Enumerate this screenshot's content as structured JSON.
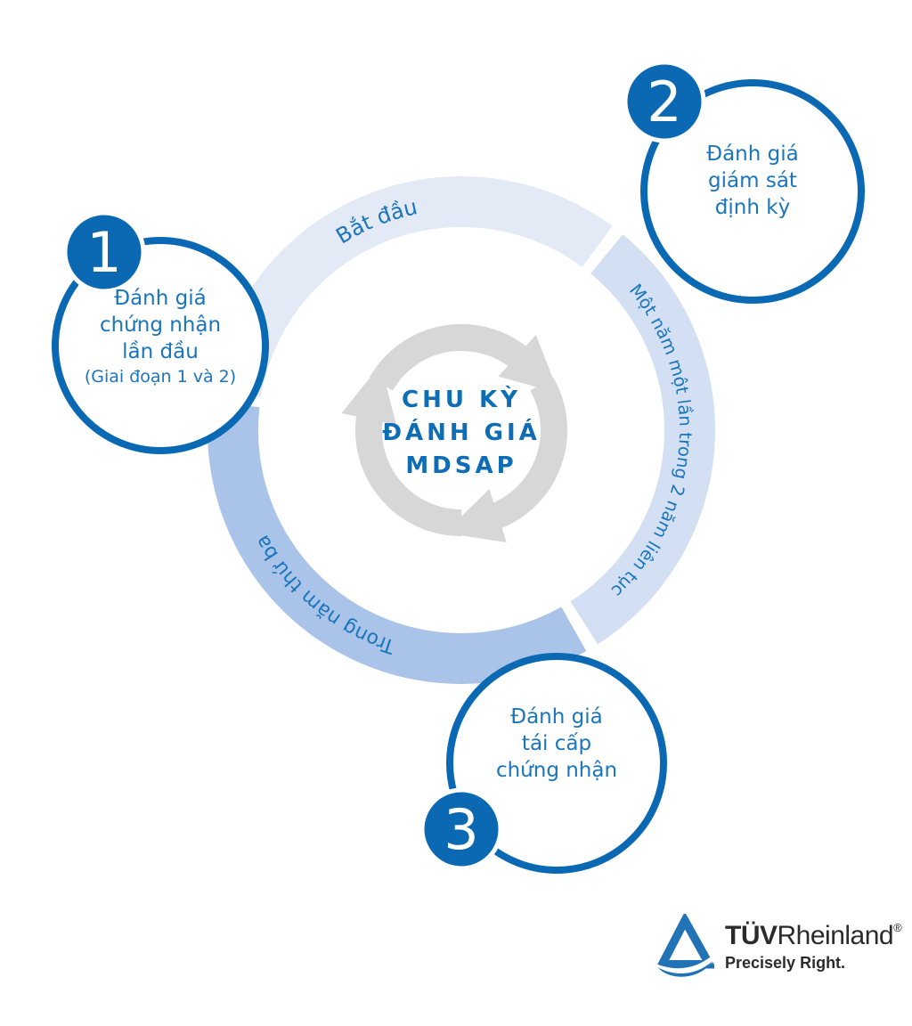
{
  "center_title": {
    "line1": "CHU KỲ",
    "line2": "ĐÁNH GIÁ",
    "line3": "MDSAP"
  },
  "ring": {
    "segments": [
      {
        "id": "start",
        "label": "Bắt đầu"
      },
      {
        "id": "annual",
        "label": "Một năm một lần trong 2 năm liên tục"
      },
      {
        "id": "third",
        "label": "Trong năm thứ ba"
      }
    ]
  },
  "steps": [
    {
      "number": "1",
      "lines": [
        "Đánh giá",
        "chứng nhận",
        "lần đầu"
      ],
      "note": "(Giai đoạn 1 và 2)"
    },
    {
      "number": "2",
      "lines": [
        "Đánh giá",
        "giám sát",
        "định kỳ"
      ]
    },
    {
      "number": "3",
      "lines": [
        "Đánh giá",
        "tái cấp",
        "chứng nhận"
      ]
    }
  ],
  "logo": {
    "brand_bold": "TÜV",
    "brand_rest": "Rheinland",
    "registered": "®",
    "tagline": "Precisely Right."
  },
  "colors": {
    "primary_blue": "#0a69b2",
    "text_blue": "#1a75bc",
    "title_blue": "#0e6db5",
    "band_light": "#e3eaf6",
    "band_medium": "#d3dff2",
    "band_dark": "#a9c4e8",
    "arrow_gray": "#d7d7d7",
    "logo_blue": "#2173b5",
    "logo_text": "#2b2b2b"
  }
}
